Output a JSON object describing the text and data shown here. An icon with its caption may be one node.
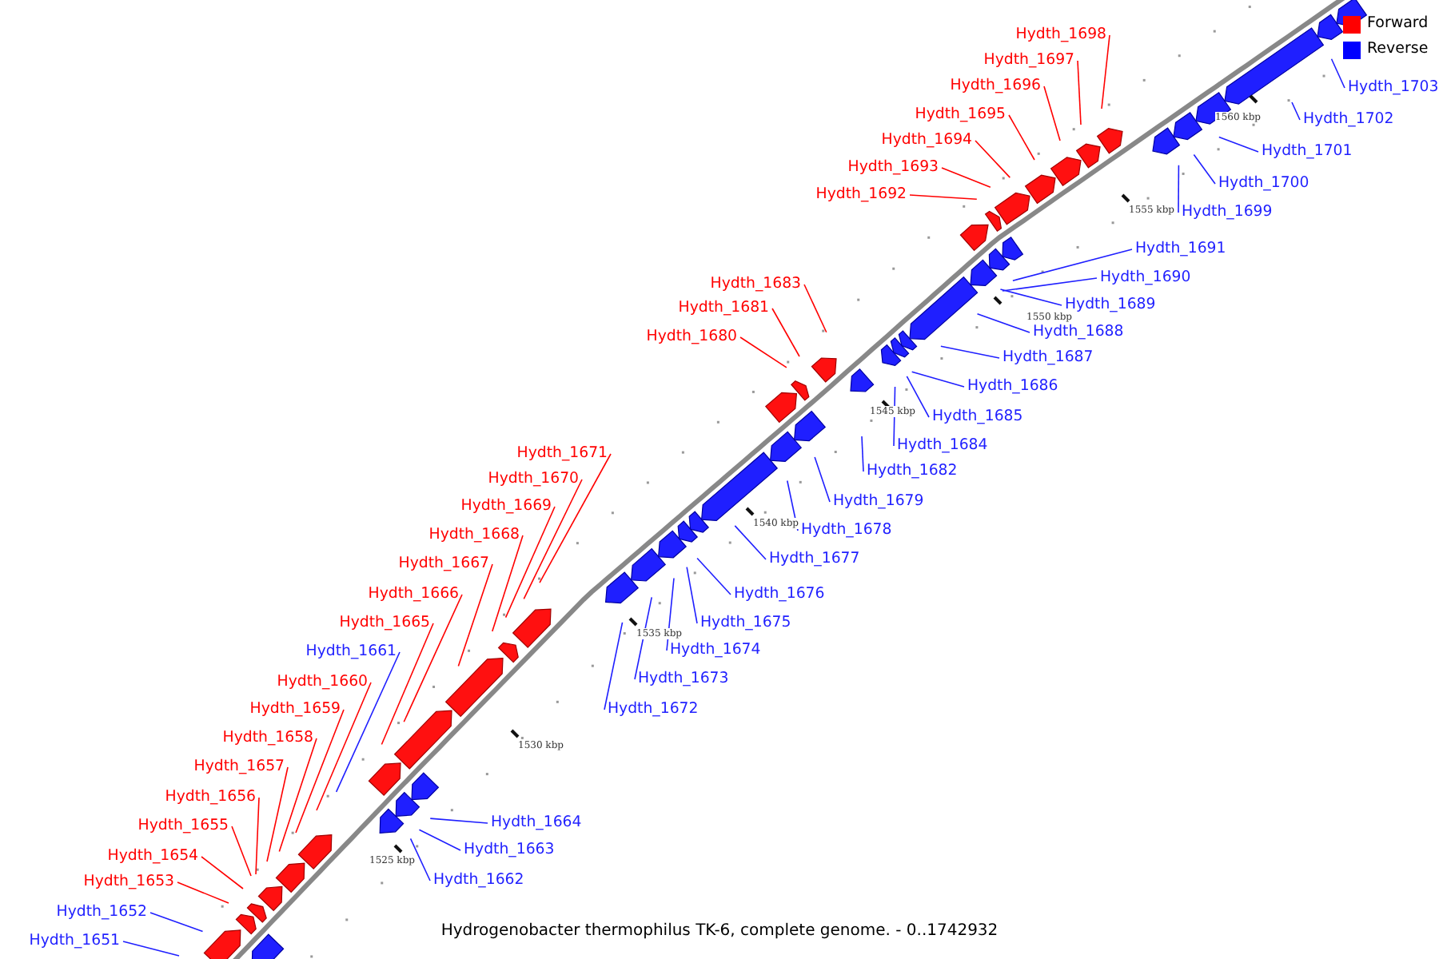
{
  "diagram": {
    "caption": "Hydrogenobacter thermophilus TK-6, complete genome. - 0..1742932",
    "nodes": [
      {
        "text": [
          "Hydth_1698"
        ]
      },
      {
        "text": [
          "Hydth_1697"
        ]
      },
      {
        "text": [
          "Hydth_1696"
        ]
      },
      {
        "text": [
          "Hydth_1703"
        ]
      },
      {
        "text": [
          "Hydth_1695"
        ]
      },
      {
        "text": [
          "Hydth_1702"
        ]
      },
      {
        "text": [
          "Hydth_1694"
        ]
      },
      {
        "text": [
          "Hydth_1701"
        ]
      },
      {
        "text": [
          "Hydth_1693"
        ]
      },
      {
        "text": [
          "Hydth_1700"
        ]
      },
      {
        "text": [
          "Hydth_1692"
        ]
      },
      {
        "text": [
          "Hydth_1699"
        ]
      },
      {
        "text": [
          "Hydth_1691"
        ]
      },
      {
        "text": [
          "Hydth_1690"
        ]
      },
      {
        "text": [
          "Hydth_1683"
        ]
      },
      {
        "text": [
          "Hydth_1689"
        ]
      },
      {
        "text": [
          "Hydth_1681"
        ]
      },
      {
        "text": [
          "Hydth_1688"
        ]
      },
      {
        "text": [
          "Hydth_1680"
        ]
      },
      {
        "text": [
          "Hydth_1687"
        ]
      },
      {
        "text": [
          "Hydth_1686"
        ]
      },
      {
        "text": [
          "Hydth_1685"
        ]
      },
      {
        "text": [
          "Hydth_1684"
        ]
      },
      {
        "text": [
          "Hydth_1671"
        ]
      },
      {
        "text": [
          "Hydth_1682"
        ]
      },
      {
        "text": [
          "Hydth_1670"
        ]
      },
      {
        "text": [
          "Hydth_1679"
        ]
      },
      {
        "text": [
          "Hydth_1669"
        ]
      },
      {
        "text": [
          "Hydth_1678"
        ]
      },
      {
        "text": [
          "Hydth_1668"
        ]
      },
      {
        "text": [
          "Hydth_1677"
        ]
      },
      {
        "text": [
          "Hydth_1667"
        ]
      },
      {
        "text": [
          "Hydth_1666"
        ]
      },
      {
        "text": [
          "Hydth_1676"
        ]
      },
      {
        "text": [
          "Hydth_1665"
        ]
      },
      {
        "text": [
          "Hydth_1675"
        ]
      },
      {
        "text": [
          "Hydth_1674"
        ]
      },
      {
        "text": [
          "Hydth_1661"
        ]
      },
      {
        "text": [
          "Hydth_1673"
        ]
      },
      {
        "text": [
          "Hydth_1660"
        ]
      },
      {
        "text": [
          "Hydth_1672"
        ]
      },
      {
        "text": [
          "Hydth_1659"
        ]
      },
      {
        "text": [
          "Hydth_1658"
        ]
      },
      {
        "text": [
          "Hydth_1657"
        ]
      },
      {
        "text": [
          "Hydth_1656"
        ]
      },
      {
        "text": [
          "Hydth_1664"
        ]
      },
      {
        "text": [
          "Hydth_1655"
        ]
      },
      {
        "text": [
          "Hydth_1663"
        ]
      },
      {
        "text": [
          "Hydth_1654"
        ]
      },
      {
        "text": [
          "Hydth_1662"
        ]
      },
      {
        "text": [
          "Hydth_1653"
        ]
      },
      {
        "text": [
          "Hydth_1652"
        ]
      },
      {
        "text": [
          "Hydth_1651"
        ]
      }
    ],
    "edges": [
      {
        "from": 0,
        "to": null,
        "arrow": "none",
        "color": "#ff0000"
      },
      {
        "from": 1,
        "to": null,
        "arrow": "none",
        "color": "#ff0000"
      },
      {
        "from": 2,
        "to": null,
        "arrow": "none",
        "color": "#ff0000"
      },
      {
        "from": 3,
        "to": null,
        "arrow": "none"
      },
      {
        "from": 4,
        "to": null,
        "arrow": "none",
        "color": "#ff0000"
      },
      {
        "from": 5,
        "to": null,
        "arrow": "none"
      },
      {
        "from": 6,
        "to": null,
        "arrow": "none",
        "color": "#ff0000"
      },
      {
        "from": 7,
        "to": null,
        "arrow": "none"
      },
      {
        "from": 8,
        "to": null,
        "arrow": "none",
        "color": "#ff0000"
      },
      {
        "from": 9,
        "to": null,
        "arrow": "none"
      },
      {
        "from": 10,
        "to": null,
        "arrow": "none",
        "color": "#ff0000"
      },
      {
        "from": 11,
        "to": null,
        "arrow": "none"
      },
      {
        "from": 12,
        "to": null,
        "arrow": "none"
      },
      {
        "from": 13,
        "to": null,
        "arrow": "none"
      },
      {
        "from": 14,
        "to": null,
        "arrow": "none",
        "color": "#ff0000"
      },
      {
        "from": 15,
        "to": null,
        "arrow": "none"
      },
      {
        "from": 16,
        "to": null,
        "arrow": "none",
        "color": "#ff0000"
      },
      {
        "from": 17,
        "to": null,
        "arrow": "none"
      },
      {
        "from": 18,
        "to": null,
        "arrow": "none",
        "color": "#ff0000"
      },
      {
        "from": 19,
        "to": null,
        "arrow": "none"
      },
      {
        "from": 20,
        "to": null,
        "arrow": "none"
      },
      {
        "from": 21,
        "to": null,
        "arrow": "none"
      },
      {
        "from": 22,
        "to": null,
        "arrow": "none"
      },
      {
        "from": 23,
        "to": null,
        "arrow": "none",
        "color": "#ff0000"
      },
      {
        "from": 24,
        "to": null,
        "arrow": "none"
      },
      {
        "from": 25,
        "to": null,
        "arrow": "none",
        "color": "#ff0000"
      },
      {
        "from": 26,
        "to": null,
        "arrow": "none"
      },
      {
        "from": 27,
        "to": null,
        "arrow": "none",
        "color": "#ff0000"
      },
      {
        "from": 28,
        "to": null,
        "arrow": "none"
      },
      {
        "from": 29,
        "to": null,
        "arrow": "none",
        "color": "#ff0000"
      },
      {
        "from": 30,
        "to": null,
        "arrow": "none"
      },
      {
        "from": 31,
        "to": null,
        "arrow": "none",
        "color": "#ff0000"
      },
      {
        "from": 32,
        "to": null,
        "arrow": "none",
        "color": "#ff0000"
      },
      {
        "from": 33,
        "to": null,
        "arrow": "none"
      },
      {
        "from": 34,
        "to": null,
        "arrow": "none",
        "color": "#ff0000"
      },
      {
        "from": 35,
        "to": null,
        "arrow": "none"
      },
      {
        "from": 36,
        "to": null,
        "arrow": "none"
      },
      {
        "from": 37,
        "to": null,
        "arrow": "none"
      },
      {
        "from": 38,
        "to": null,
        "arrow": "none"
      },
      {
        "from": 39,
        "to": null,
        "arrow": "none",
        "color": "#ff0000"
      },
      {
        "from": 40,
        "to": null,
        "arrow": "none"
      },
      {
        "from": 41,
        "to": null,
        "arrow": "none",
        "color": "#ff0000"
      },
      {
        "from": 42,
        "to": null,
        "arrow": "none",
        "color": "#ff0000"
      },
      {
        "from": 43,
        "to": null,
        "arrow": "none",
        "color": "#ff0000"
      },
      {
        "from": 44,
        "to": null,
        "arrow": "none",
        "color": "#ff0000"
      },
      {
        "from": 45,
        "to": null,
        "arrow": "none"
      },
      {
        "from": 46,
        "to": null,
        "arrow": "none",
        "color": "#ff0000"
      },
      {
        "from": 47,
        "to": null,
        "arrow": "none"
      },
      {
        "from": 48,
        "to": null,
        "arrow": "none",
        "color": "#ff0000"
      },
      {
        "from": 49,
        "to": null,
        "arrow": "none"
      },
      {
        "from": 50,
        "to": null,
        "arrow": "none",
        "color": "#ff0000"
      },
      {
        "from": 51,
        "to": null,
        "arrow": "none"
      },
      {
        "from": 52,
        "to": null,
        "arrow": "none"
      }
    ],
    "labels": [
      "1560 kbp",
      "1555 kbp",
      "1550 kbp",
      "1545 kbp",
      "1540 kbp",
      "1535 kbp",
      "1530 kbp",
      "1525 kbp"
    ],
    "legend": [
      {
        "text": "Forward",
        "color": "#ff0000"
      },
      {
        "text": "Reverse",
        "color": "#0000ff"
      }
    ]
  }
}
